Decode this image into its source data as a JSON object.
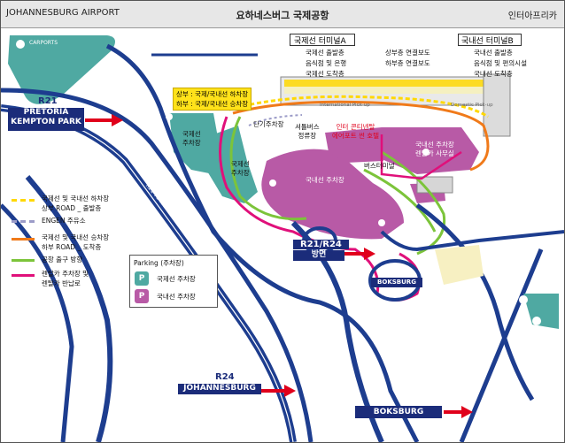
{
  "header": {
    "left": "JOHANNESBURG AIRPORT",
    "center": "요하네스버그 국제공항",
    "right": "인터아프리카"
  },
  "terminal_a": {
    "title": "국제선 터미널A",
    "items": [
      "국제선 출발층",
      "음식점 및 은행",
      "국제선 도착층"
    ],
    "connectors": [
      "상부층 연결보도",
      "하부층 연결보도"
    ]
  },
  "terminal_b": {
    "title": "국내선 터미널B",
    "items": [
      "국내선 출발층",
      "음식점 및 편의시설",
      "국내선 도착층"
    ]
  },
  "pickup_box": {
    "line1": "상부 : 국제/국내선 하차장",
    "line2": "하부 : 국제/국내선 승차장"
  },
  "roads": {
    "r21_num": "R21",
    "r21_sign": [
      "PRETORIA",
      "KEMPTON PARK"
    ],
    "r21_r24_num": "R21/R24",
    "r21_r24_sign": "방면",
    "r24_num": "R24",
    "r24_sign": "JOHANNESBURG",
    "boksburg_small": "BOKSBURG",
    "boksburg_big": "BOKSBURG",
    "carports": "CARPORTS",
    "road_text": "R21 TO PRETORIA & KEMPTON PARK",
    "intl_pickup": "International Pick-up",
    "dom_pickup": "Domestic Pick-up"
  },
  "map_labels": {
    "intl_parking1": "국제선\n주차장",
    "intl_parking2": "국제선\n주차장",
    "short_term": "단기주차장",
    "shuttle": "셔틀버스\n정류장",
    "domestic_parking": "국내선 주차장",
    "bus_terminal": "버스터미널",
    "intercontinental": "인터 콘티넨탈\n에어포트 썬 호텔",
    "rental": "국내선 주차장\n렌탈카 사무실"
  },
  "legend": [
    {
      "label": "국제선 및 국내선 하차장\n상부 ROAD _ 출발층",
      "color": "#ffd800",
      "dash": true
    },
    {
      "label": "ENGEN 주유소",
      "color": "#9c9cc8",
      "dash": true
    },
    {
      "label": "국제선 및 국내선 승차장\n하부 ROAD _ 도착층",
      "color": "#f07a1a",
      "dash": false
    },
    {
      "label": "공항 출구 방향",
      "color": "#7cc43a",
      "dash": false
    },
    {
      "label": "렌탈카 주차장 및\n렌탈카 반납로",
      "color": "#e0107a",
      "dash": false
    }
  ],
  "parking_legend": {
    "title": "Parking (주차장)",
    "intl": "국제선 주차장",
    "dom": "국내선 주차장",
    "p": "P"
  },
  "colors": {
    "road_blue": "#1d3d8f",
    "teal": "#4fa9a2",
    "magenta": "#b85aa6",
    "yellow": "#ffd800",
    "orange": "#f07a1a",
    "green": "#7cc43a",
    "pink": "#e0107a",
    "sign_blue": "#1b2c7a",
    "arrow_red": "#e0001b"
  }
}
